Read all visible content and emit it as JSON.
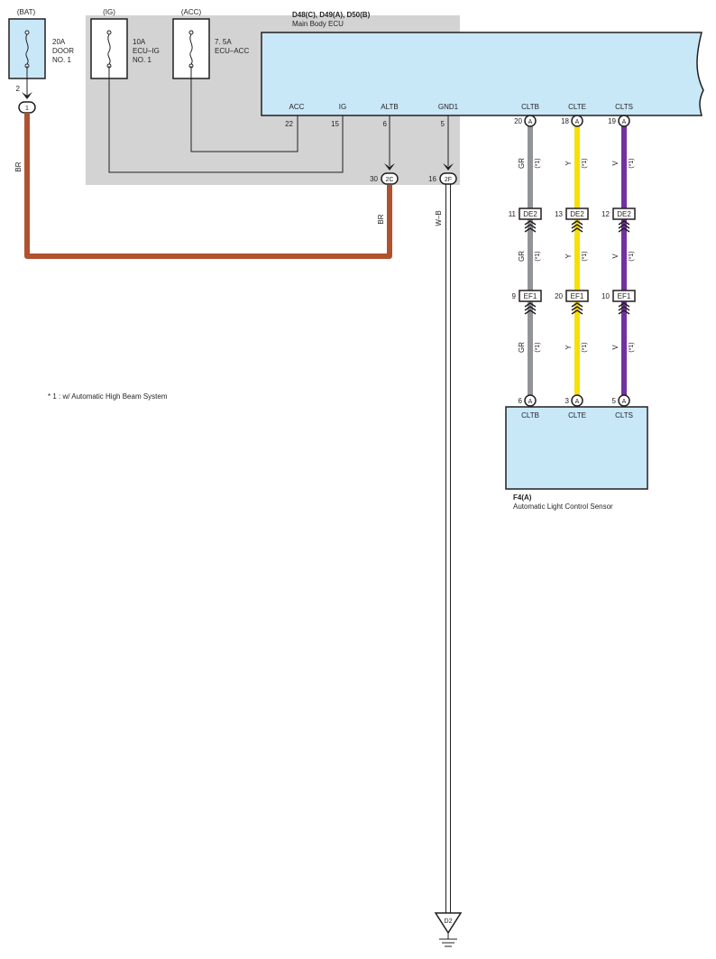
{
  "note": "* 1 : w/ Automatic High Beam System",
  "colors": {
    "brown": "#b0522f",
    "gray": "#929497",
    "yellow": "#f8e007",
    "purple": "#7132a0",
    "ecu_fill": "#c8e8f8",
    "shade": "#d3d3d3"
  },
  "fuses": {
    "bat": {
      "source": "(BAT)",
      "rating": "20A",
      "name1": "DOOR",
      "name2": "NO. 1"
    },
    "ig": {
      "source": "(IG)",
      "rating": "10A",
      "name1": "ECU–IG",
      "name2": "NO. 1"
    },
    "acc": {
      "source": "(ACC)",
      "rating": "7. 5A",
      "name1": "ECU–ACC",
      "name2": ""
    }
  },
  "bat_connector": {
    "pin": "2",
    "label": "1"
  },
  "ecu": {
    "ids": "D48(C), D49(A), D50(B)",
    "name": "Main Body ECU",
    "terminals": [
      {
        "name": "ACC",
        "pin": "22"
      },
      {
        "name": "IG",
        "pin": "15"
      },
      {
        "name": "ALTB",
        "pin": "6"
      },
      {
        "name": "GND1",
        "pin": "5"
      },
      {
        "name": "CLTB",
        "pin": "20",
        "conn": "A"
      },
      {
        "name": "CLTE",
        "pin": "18",
        "conn": "A"
      },
      {
        "name": "CLTS",
        "pin": "19",
        "conn": "A"
      }
    ]
  },
  "junctions": {
    "altb": {
      "pin": "30",
      "label": "2C"
    },
    "gnd": {
      "pin": "16",
      "label": "2F"
    }
  },
  "wire_labels": {
    "br": "BR",
    "wb": "W–B",
    "gr": "GR",
    "y": "Y",
    "v": "V",
    "note_ref": "(*1)"
  },
  "connectors_de2": [
    {
      "pin": "11",
      "label": "DE2"
    },
    {
      "pin": "13",
      "label": "DE2"
    },
    {
      "pin": "12",
      "label": "DE2"
    }
  ],
  "connectors_ef1": [
    {
      "pin": "9",
      "label": "EF1"
    },
    {
      "pin": "20",
      "label": "EF1"
    },
    {
      "pin": "10",
      "label": "EF1"
    }
  ],
  "sensor": {
    "id": "F4(A)",
    "name": "Automatic Light Control Sensor",
    "terminals": [
      {
        "name": "CLTB",
        "pin": "6",
        "conn": "A"
      },
      {
        "name": "CLTE",
        "pin": "3",
        "conn": "A"
      },
      {
        "name": "CLTS",
        "pin": "5",
        "conn": "A"
      }
    ]
  },
  "ground": {
    "label": "D2"
  }
}
